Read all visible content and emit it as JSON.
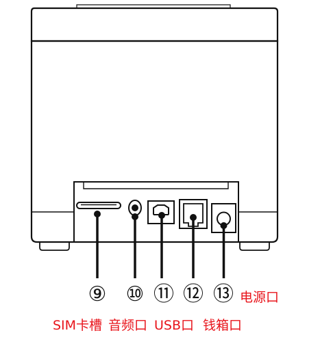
{
  "callouts": [
    {
      "number": "⑨"
    },
    {
      "number": "⑩"
    },
    {
      "number": "⑪"
    },
    {
      "number": "⑫"
    },
    {
      "number": "⑬"
    }
  ],
  "power_label": "电源口",
  "port_labels": {
    "sim": "SIM卡槽",
    "audio": "音频口",
    "usb": "USB口",
    "cash_drawer": "钱箱口"
  },
  "colors": {
    "outline": "#111111",
    "label_red": "#e8141b"
  }
}
